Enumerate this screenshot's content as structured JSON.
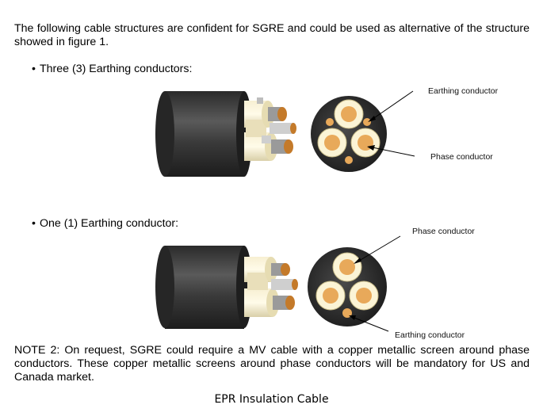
{
  "intro": "The following cable structures are confident for SGRE and could be used as alternative of the structure showed in figure 1.",
  "bullets": [
    "Three (3) Earthing conductors:",
    "One (1) Earthing conductor:"
  ],
  "figure1": {
    "earthing_label": "Earthing conductor",
    "phase_label": "Phase conductor"
  },
  "figure2": {
    "phase_label": "Phase conductor",
    "earthing_label": "Earthing conductor"
  },
  "note": "NOTE 2: On request, SGRE could require a MV cable with a copper metallic screen around phase conductors. These copper metallic screens around phase conductors will be mandatory for US and Canada market.",
  "caption": "EPR Insulation Cable"
}
